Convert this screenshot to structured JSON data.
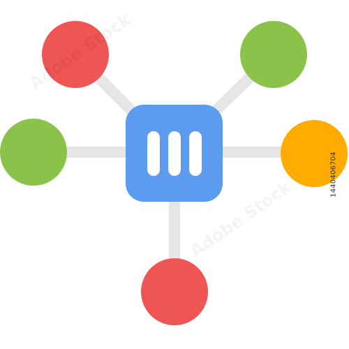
{
  "image_id_text": "1440406704",
  "watermark": "Adobe Stock",
  "colors": {
    "connector": "#e6e6e6",
    "hub": "#5b9cf0",
    "hub_bars": "#ffffff",
    "red": "#ee5553",
    "green": "#8bc34a",
    "orange": "#ffab00"
  },
  "hub": {
    "icon": "server-rack-icon",
    "bar_count": 3
  },
  "nodes": [
    {
      "name": "top-left",
      "color": "red"
    },
    {
      "name": "top-right",
      "color": "green"
    },
    {
      "name": "left",
      "color": "green"
    },
    {
      "name": "right",
      "color": "orange"
    },
    {
      "name": "bottom",
      "color": "red"
    }
  ]
}
